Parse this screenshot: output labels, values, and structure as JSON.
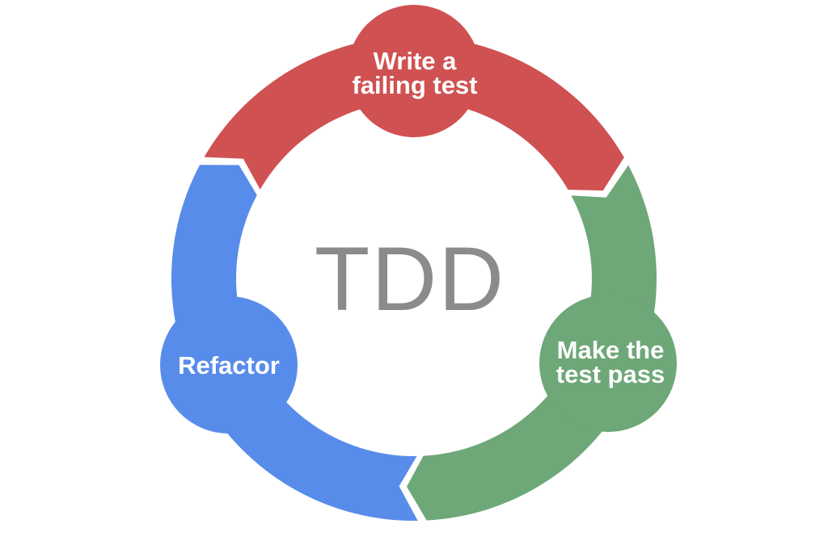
{
  "diagram": {
    "type": "cycle",
    "title": "TDD",
    "title_color": "#8B8B8B",
    "background_color": "#FFFFFF",
    "separator_color": "#FFFFFF",
    "steps": [
      {
        "id": "write-failing-test",
        "label_lines": [
          "Write a",
          "failing test"
        ],
        "color": "#D05152",
        "text_color": "#FFFFFF",
        "position": "top"
      },
      {
        "id": "make-test-pass",
        "label_lines": [
          "Make the",
          "test pass"
        ],
        "color": "#6EA778",
        "text_color": "#FFFFFF",
        "position": "bottom-right"
      },
      {
        "id": "refactor",
        "label_lines": [
          "Refactor"
        ],
        "color": "#588CEA",
        "text_color": "#FFFFFF",
        "position": "bottom-left"
      }
    ]
  }
}
